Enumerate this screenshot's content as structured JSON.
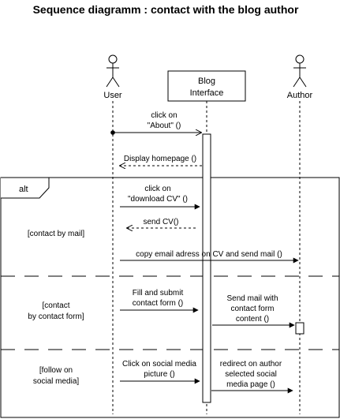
{
  "title": "Sequence diagramm : contact with the blog author",
  "participants": {
    "user": "User",
    "blog_line1": "Blog",
    "blog_line2": "Interface",
    "author": "Author"
  },
  "messages": {
    "click_about_1": "click on",
    "click_about_2": "\"About\" ()",
    "display_homepage": "Display homepage ()",
    "download_cv_1": "click on",
    "download_cv_2": "\"download CV\" ()",
    "send_cv": "send CV()",
    "copy_email": "copy email adress on CV and send mail ()",
    "fill_form_1": "Fill and submit",
    "fill_form_2": "contact form ()",
    "send_mail_1": "Send mail with",
    "send_mail_2": "contact form",
    "send_mail_3": "content ()",
    "social_pic_1": "Click on social media",
    "social_pic_2": "picture ()",
    "redirect_1": "redirect on author",
    "redirect_2": "selected social",
    "redirect_3": "media page ()"
  },
  "alt": {
    "operator": "alt",
    "guard_mail": "[contact by mail]",
    "guard_form_1": "[contact",
    "guard_form_2": "by contact form]",
    "guard_social_1": "[follow on",
    "guard_social_2": "social media]"
  }
}
